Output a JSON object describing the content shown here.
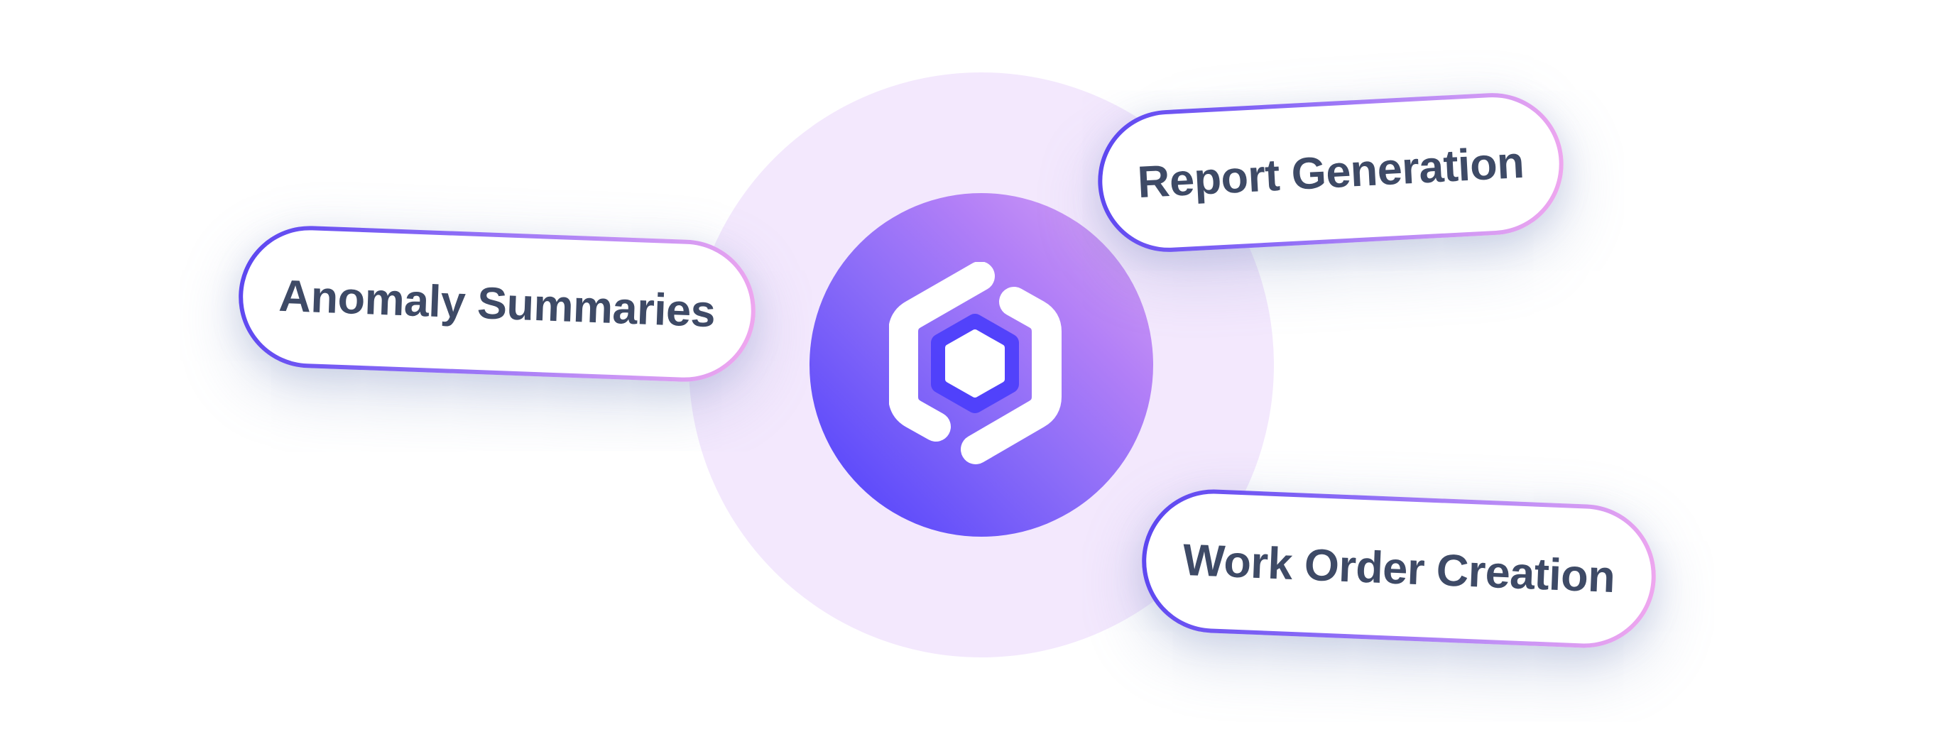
{
  "hub": {
    "logo_icon": "hexagon-bracket-logo-icon"
  },
  "features": {
    "anomaly_label": "Anomaly Summaries",
    "report_label": "Report Generation",
    "workorder_label": "Work Order Creation"
  },
  "colors": {
    "label_text": "#3e4a66",
    "halo": "#f3e8fd",
    "gradient_start": "#4a3dfb",
    "gradient_end": "#d9a4f3",
    "pill_border_start": "#5a45f0",
    "pill_border_end": "#f2a8ee"
  }
}
